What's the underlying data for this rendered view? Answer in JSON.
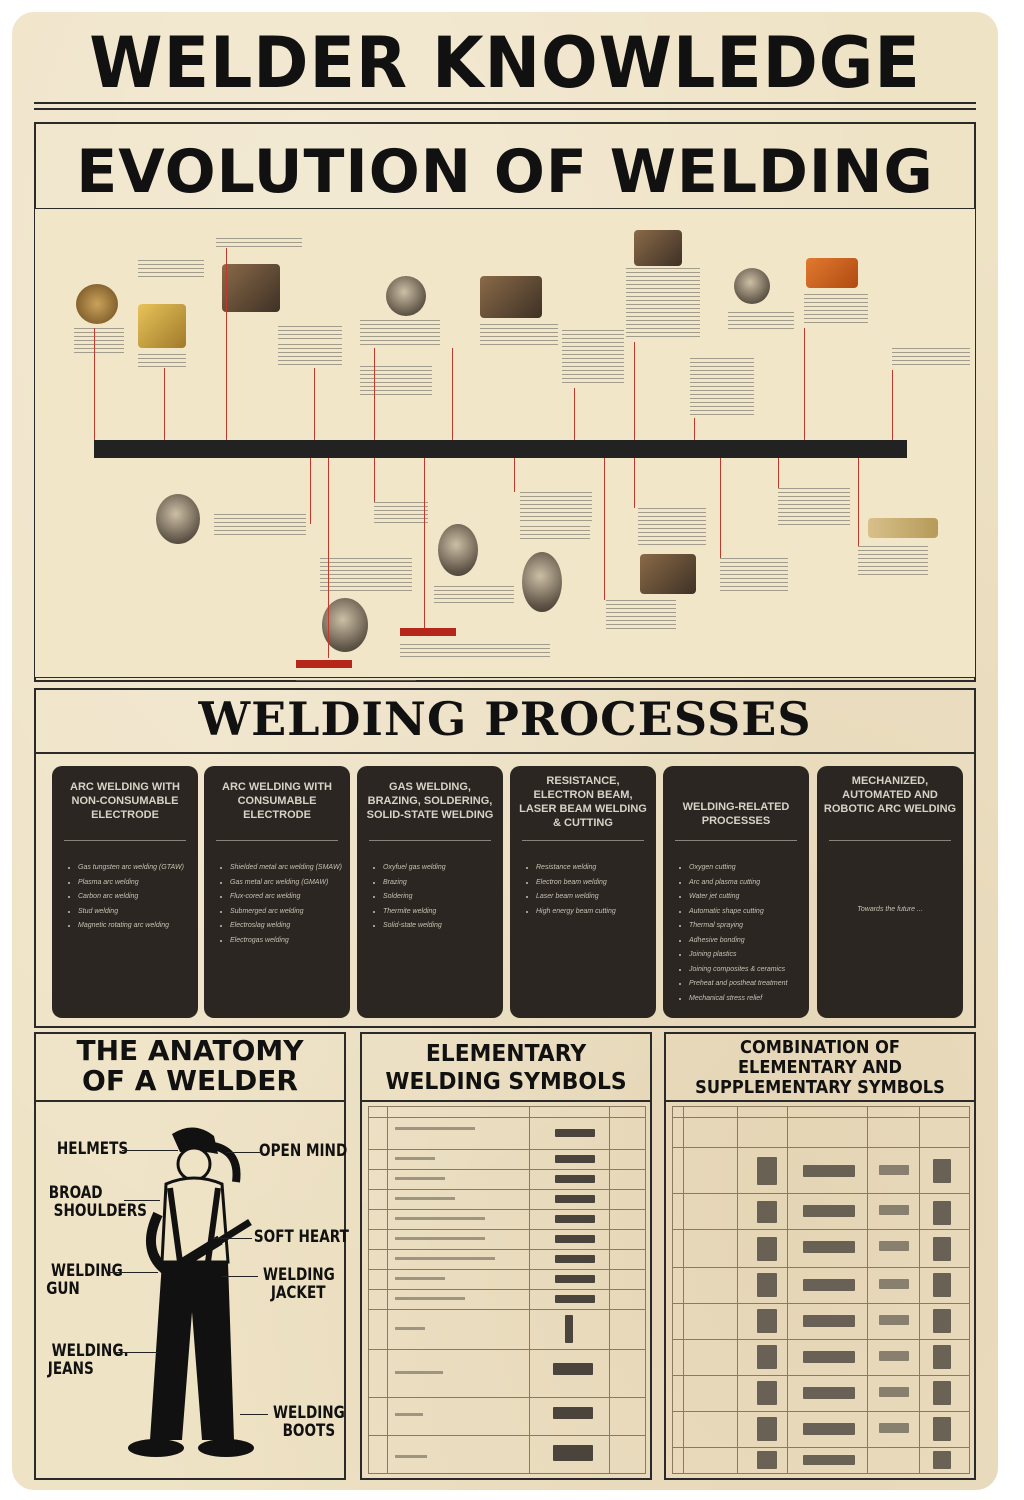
{
  "header": {
    "title": "WELDER KNOWLEDGE"
  },
  "evolution": {
    "title": "EVOLUTION OF WELDING"
  },
  "processes": {
    "title": "WELDING PROCESSES",
    "columns": [
      {
        "heading": "ARC WELDING WITH NON-CONSUMABLE ELECTRODE",
        "items": [
          "Gas tungsten arc welding (GTAW)",
          "Plasma arc welding",
          "Carbon arc welding",
          "Stud welding",
          "Magnetic rotating arc welding"
        ]
      },
      {
        "heading": "ARC WELDING WITH CONSUMABLE ELECTRODE",
        "items": [
          "Shielded metal arc welding (SMAW)",
          "Gas metal arc welding (GMAW)",
          "Flux-cored arc welding",
          "Submerged arc welding",
          "Electroslag welding",
          "Electrogas welding"
        ]
      },
      {
        "heading": "GAS WELDING, BRAZING, SOLDERING, SOLID-STATE WELDING",
        "items": [
          "Oxyfuel gas welding",
          "Brazing",
          "Soldering",
          "Thermite welding",
          "Solid-state welding"
        ]
      },
      {
        "heading": "RESISTANCE, ELECTRON BEAM, LASER BEAM WELDING & CUTTING",
        "items": [
          "Resistance welding",
          "Electron beam welding",
          "Laser beam welding",
          "High energy beam cutting"
        ]
      },
      {
        "heading": "WELDING-RELATED PROCESSES",
        "items": [
          "Oxygen cutting",
          "Arc and plasma cutting",
          "Water jet cutting",
          "Automatic shape cutting",
          "Thermal spraying",
          "Adhesive bonding",
          "Joining plastics",
          "Joining composites & ceramics",
          "Preheat and postheat treatment",
          "Mechanical stress relief"
        ]
      },
      {
        "heading": "MECHANIZED, AUTOMATED AND ROBOTIC ARC WELDING",
        "items": [],
        "footer": "Towards the future ..."
      }
    ]
  },
  "anatomy": {
    "title_line1": "THE ANATOMY",
    "title_line2": "OF A WELDER",
    "labels": {
      "helmets": "HELMETS",
      "open_mind": "OPEN MIND",
      "broad_shoulders_1": "BROAD",
      "broad_shoulders_2": "SHOULDERS",
      "soft_heart": "SOFT HEART",
      "welding_gun_1": "WELDING",
      "welding_gun_2": "GUN",
      "welding_jacket_1": "WELDING",
      "welding_jacket_2": "JACKET",
      "welding_jeans_1": "WELDING.",
      "welding_jeans_2": "JEANS",
      "welding_boots_1": "WELDING",
      "welding_boots_2": "BOOTS"
    }
  },
  "elementary": {
    "title_line1": "ELEMENTARY",
    "title_line2": "WELDING SYMBOLS"
  },
  "combination": {
    "title_line1": "COMBINATION OF",
    "title_line2": "ELEMENTARY AND",
    "title_line3": "SUPPLEMENTARY SYMBOLS"
  },
  "colors": {
    "paper": "#efe3c6",
    "ink": "#111111",
    "panel": "#2b2622",
    "accent_red": "#b5271b",
    "timeline_text": "#e0a030"
  }
}
